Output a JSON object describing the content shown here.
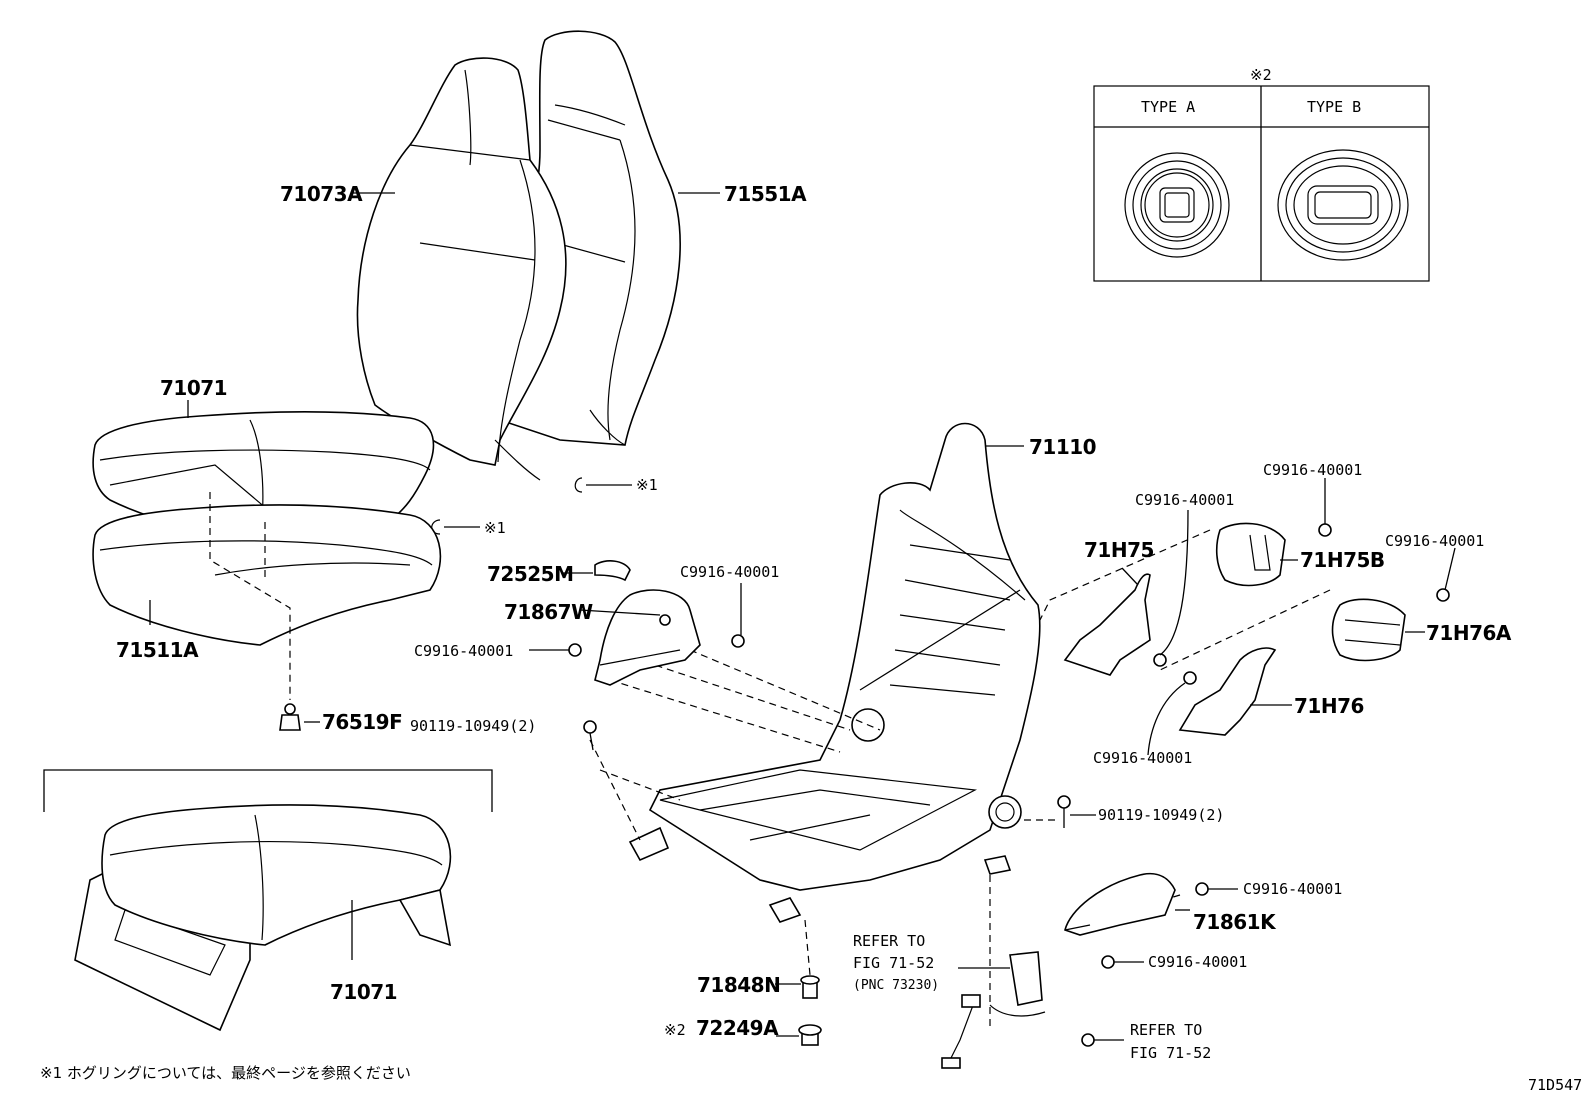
{
  "labels": {
    "seatback_pad": "71073A",
    "seatback_cover": "71551A",
    "cushion_pad": "71071",
    "cushion_cover": "71511A",
    "ring_note1_upper": "※1",
    "ring_note1_lower": "※1",
    "clip": "76519F",
    "frame": "71110",
    "bracket_72525": "72525M",
    "cover_71867": "71867W",
    "screw_left_upper": "C9916-40001",
    "screw_left_lower": "C9916-40001",
    "bolt_left": "90119-10949(2)",
    "bolt_right": "90119-10949(2)",
    "cover_71h75": "71H75",
    "screw_71h75": "C9916-40001",
    "screw_71h75b": "C9916-40001",
    "cover_71h75b": "71H75B",
    "screw_71h76a": "C9916-40001",
    "cover_71h76a": "71H76A",
    "cover_71h76": "71H76",
    "screw_71h76": "C9916-40001",
    "cover_71861k": "71861K",
    "screw_71861k_upper": "C9916-40001",
    "screw_71861k_lower": "C9916-40001",
    "plug_71848": "71848N",
    "plug_72249": "72249A",
    "plug_72249_note": "※2",
    "cushion_alt": "71071",
    "refer_upper": [
      "REFER TO",
      "FIG 71-52",
      "(PNC 73230)"
    ],
    "refer_lower": [
      "REFER TO",
      "FIG 71-52"
    ]
  },
  "type_box": {
    "note": "※2",
    "type_a": "TYPE  A",
    "type_b": "TYPE  B"
  },
  "footnote": "※1  ホグリングについては、最終ページを参照ください",
  "figure_code": "71D547"
}
